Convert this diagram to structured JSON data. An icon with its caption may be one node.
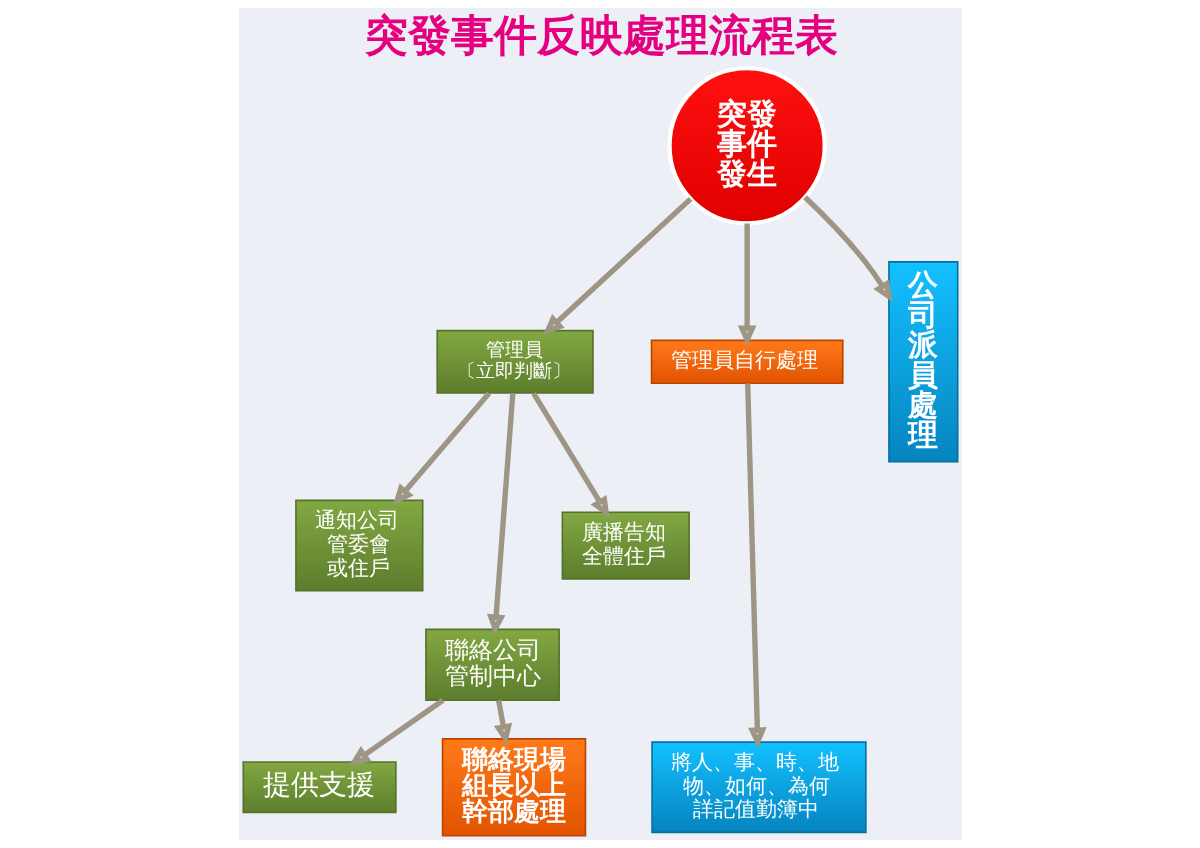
{
  "diagram": {
    "title": "突發事件反映處理流程表",
    "nodes": [
      {
        "text": [
          "管理員",
          "〔立即判斷〕"
        ]
      },
      {
        "text": [
          "突發事件發生"
        ]
      },
      {
        "text": [
          "公司派員處理"
        ]
      },
      {
        "text": [
          "通知公司管委會或住戶"
        ]
      },
      {
        "text": [
          "廣播告知全體住戶"
        ]
      },
      {
        "text": [
          "管理員自行處理"
        ]
      },
      {
        "text": [
          "聯絡公司管制中心"
        ]
      },
      {
        "text": [
          "聯絡現場組長以上幹部處理"
        ]
      },
      {
        "text": [
          "提供支援"
        ]
      },
      {
        "text": [
          "將人、事、時、地物、如何、為何詳記值勤簿中"
        ]
      }
    ],
    "edges": [
      {
        "from": 1,
        "to": 0,
        "arrow": "to"
      },
      {
        "from": 1,
        "to": 2,
        "arrow": "to"
      },
      {
        "from": 1,
        "to": 5,
        "arrow": "to"
      },
      {
        "from": 0,
        "to": 3,
        "arrow": "to"
      },
      {
        "from": 0,
        "to": 6,
        "arrow": "to"
      },
      {
        "from": 0,
        "to": 4,
        "arrow": "to"
      },
      {
        "from": 6,
        "to": 8,
        "arrow": "to"
      },
      {
        "from": 6,
        "to": 7,
        "arrow": "to"
      },
      {
        "from": 5,
        "to": 9,
        "arrow": "to"
      }
    ]
  }
}
